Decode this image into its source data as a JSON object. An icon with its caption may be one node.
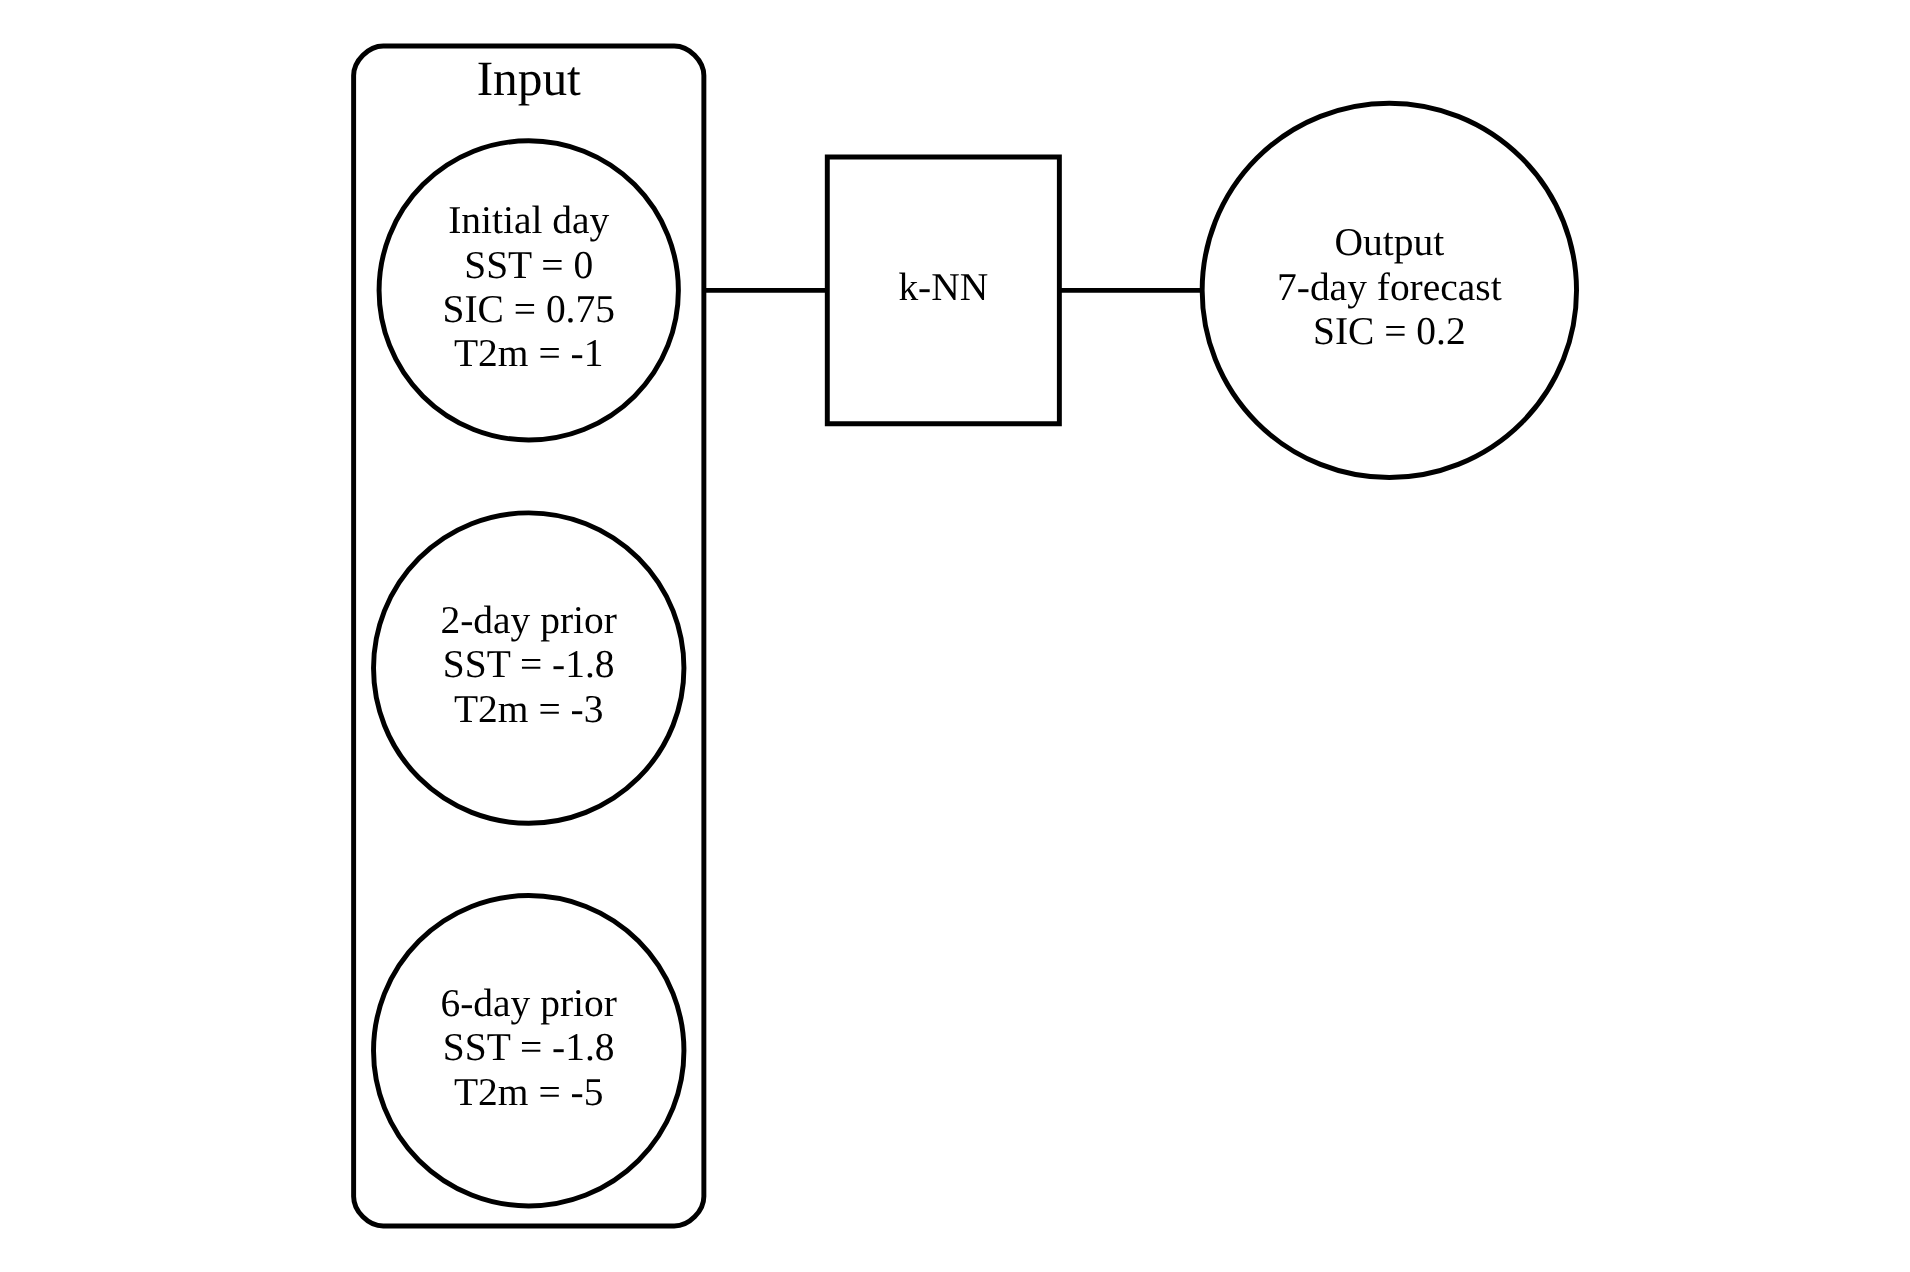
{
  "diagram": {
    "nodes": [
      {
        "text": [
          "Input"
        ]
      },
      {
        "text": [
          "Initial day",
          "SST = 0",
          "SIC = 0.75",
          "T2m = -1"
        ],
        "in": 0
      },
      {
        "text": [
          "2-day prior",
          "SST = -1.8",
          "T2m = -3"
        ],
        "in": 0
      },
      {
        "text": [
          "6-day prior",
          "SST = -1.8",
          "T2m = -5"
        ],
        "in": 0
      },
      {
        "text": [
          "k-NN"
        ]
      },
      {
        "text": [
          "Output",
          "7-day forecast",
          "SIC = 0.2"
        ]
      }
    ],
    "edges": [
      {
        "from": 0,
        "to": 4,
        "arrow": "none"
      },
      {
        "from": 4,
        "to": 5,
        "arrow": "none"
      }
    ]
  }
}
